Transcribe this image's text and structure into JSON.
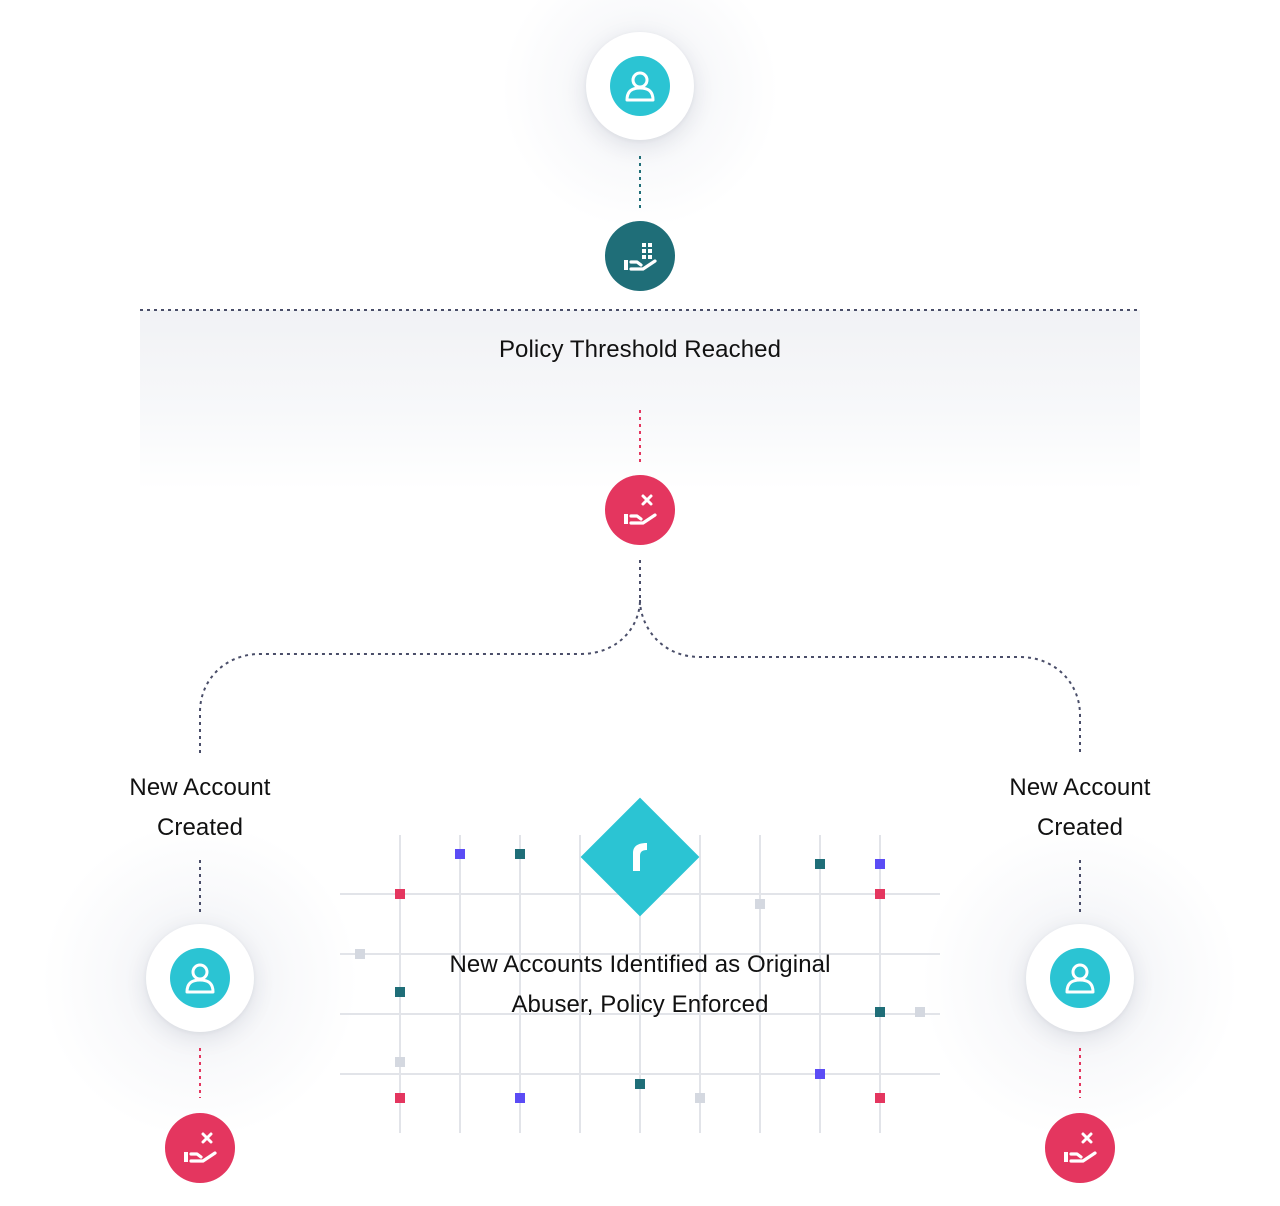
{
  "diagram": {
    "threshold_label": "Policy Threshold Reached",
    "left_label": "New Account Created",
    "right_label": "New Account Created",
    "center_label": "New Accounts Identified as Original Abuser, Policy Enforced"
  },
  "nodes": {
    "top_user": {
      "icon": "user-icon"
    },
    "policy_node": {
      "icon": "hand-grid-icon"
    },
    "blocked_node": {
      "icon": "hand-blocked-icon"
    },
    "left_user": {
      "icon": "user-icon"
    },
    "right_user": {
      "icon": "user-icon"
    },
    "left_blocked": {
      "icon": "hand-blocked-icon"
    },
    "right_blocked": {
      "icon": "hand-blocked-icon"
    },
    "logo": {
      "icon": "brand-logo-icon"
    }
  },
  "colors": {
    "cyan": "#2bc4d3",
    "teal": "#1f6e78",
    "red": "#e4365f",
    "purple": "#5b4cf5",
    "connector": "#4a4e69",
    "grid": "#e2e4e9",
    "text": "#111111"
  }
}
